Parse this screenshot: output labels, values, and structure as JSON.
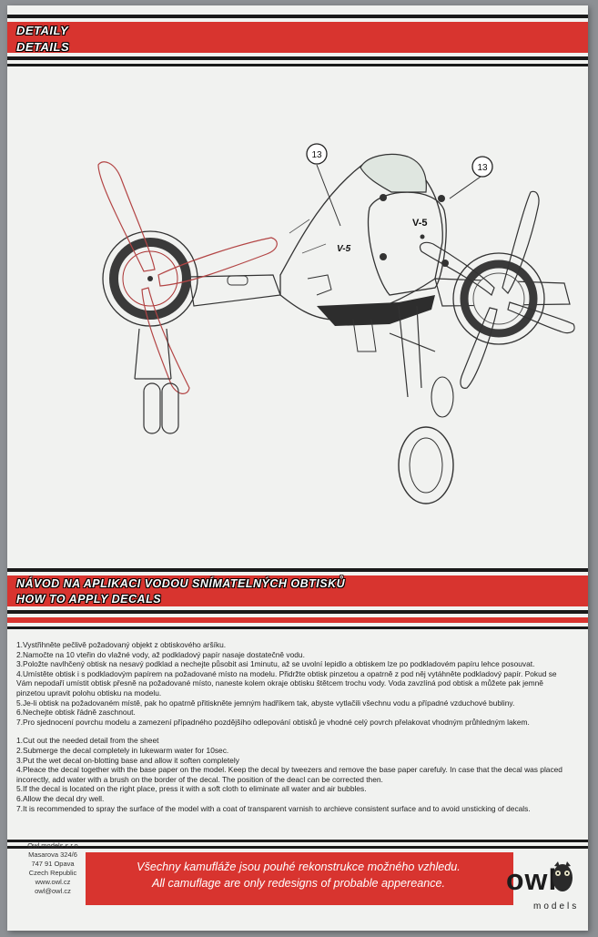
{
  "header": {
    "line1": "DETAILY",
    "line2": "DETAILS"
  },
  "callouts": {
    "left_number": "13",
    "right_number": "13",
    "fuselage_marking": "V-5",
    "nose_marking": "V-5"
  },
  "section2": {
    "line1": "NÁVOD NA APLIKACI VODOU SNÍMATELNÝCH OBTISKŮ",
    "line2": "HOW TO APPLY DECALS"
  },
  "instructions_cz": [
    "1.Vystřihněte pečlivě požadovaný objekt z obtiskového aršíku.",
    "2.Namočte na 10 vteřin do vlažné vody, až podkladový papír nasaje dostatečně vodu.",
    "3.Položte navlhčený obtisk na nesavý podklad a nechejte působit asi 1minutu, až se uvolní lepidlo a obtiskem lze po podkladovém papíru lehce posouvat.",
    "4.Umístěte obtisk i s podkladovým papírem na požadované místo na modelu. Přidržte obtisk pinzetou a opatrně z pod něj vytáhněte podkladový papír. Pokud se",
    "Vám nepodaří umístit obtisk přesně na požadované místo, naneste kolem okraje obtisku štětcem trochu vody. Voda zavzlíná pod obtisk a můžete pak jemně",
    "pinzetou upravit polohu obtisku na modelu.",
    "5.Je-li obtisk na požadovaném místě, pak ho opatrně přitiskněte jemným hadříkem tak, abyste vytlačili všechnu vodu a případné vzduchové bubliny.",
    "6.Nechejte obtisk řádně zaschnout.",
    "7.Pro sjednocení povrchu modelu a zamezení případného pozdějšího odlepování obtisků je vhodné celý povrch přelakovat vhodným průhledným lakem."
  ],
  "instructions_en": [
    "1.Cut out the needed detail from the sheet",
    "2.Submerge the decal completely in lukewarm water for 10sec.",
    "3.Put the wet decal on-blotting base and allow it soften completely",
    "4.Pleace the decal together with the base paper on the model. Keep the decal by tweezers and remove the base paper carefuly. In case that the decal was placed",
    "incorectly, add water with a brush on the border of the decal. The position of the deacl can be corrected then.",
    "5.If the decal is located on the right place, press it with a soft cloth to eliminate all water and air bubbles.",
    "6.Allow the decal dry well.",
    "7.It is recommended to spray the surface of the model with a coat of transparent varnish to archieve consistent surface and to avoid unsticking of decals."
  ],
  "footer": {
    "company": [
      "Owl models s.r.o",
      "Masarova 324/6",
      "747 91 Opava",
      "Czech Republic",
      "www.owl.cz",
      "owl@owl.cz"
    ],
    "slogan_cz": "Všechny kamufláže jsou pouhé rekonstrukce možného vzhledu.",
    "slogan_en": "All camuflage are only redesigns of probable appereance.",
    "logo_text": "owl",
    "logo_sub": "models"
  },
  "colors": {
    "accent_red": "#d8342f",
    "stripe_black": "#1a1a1a",
    "paper": "#f1f2f0"
  }
}
